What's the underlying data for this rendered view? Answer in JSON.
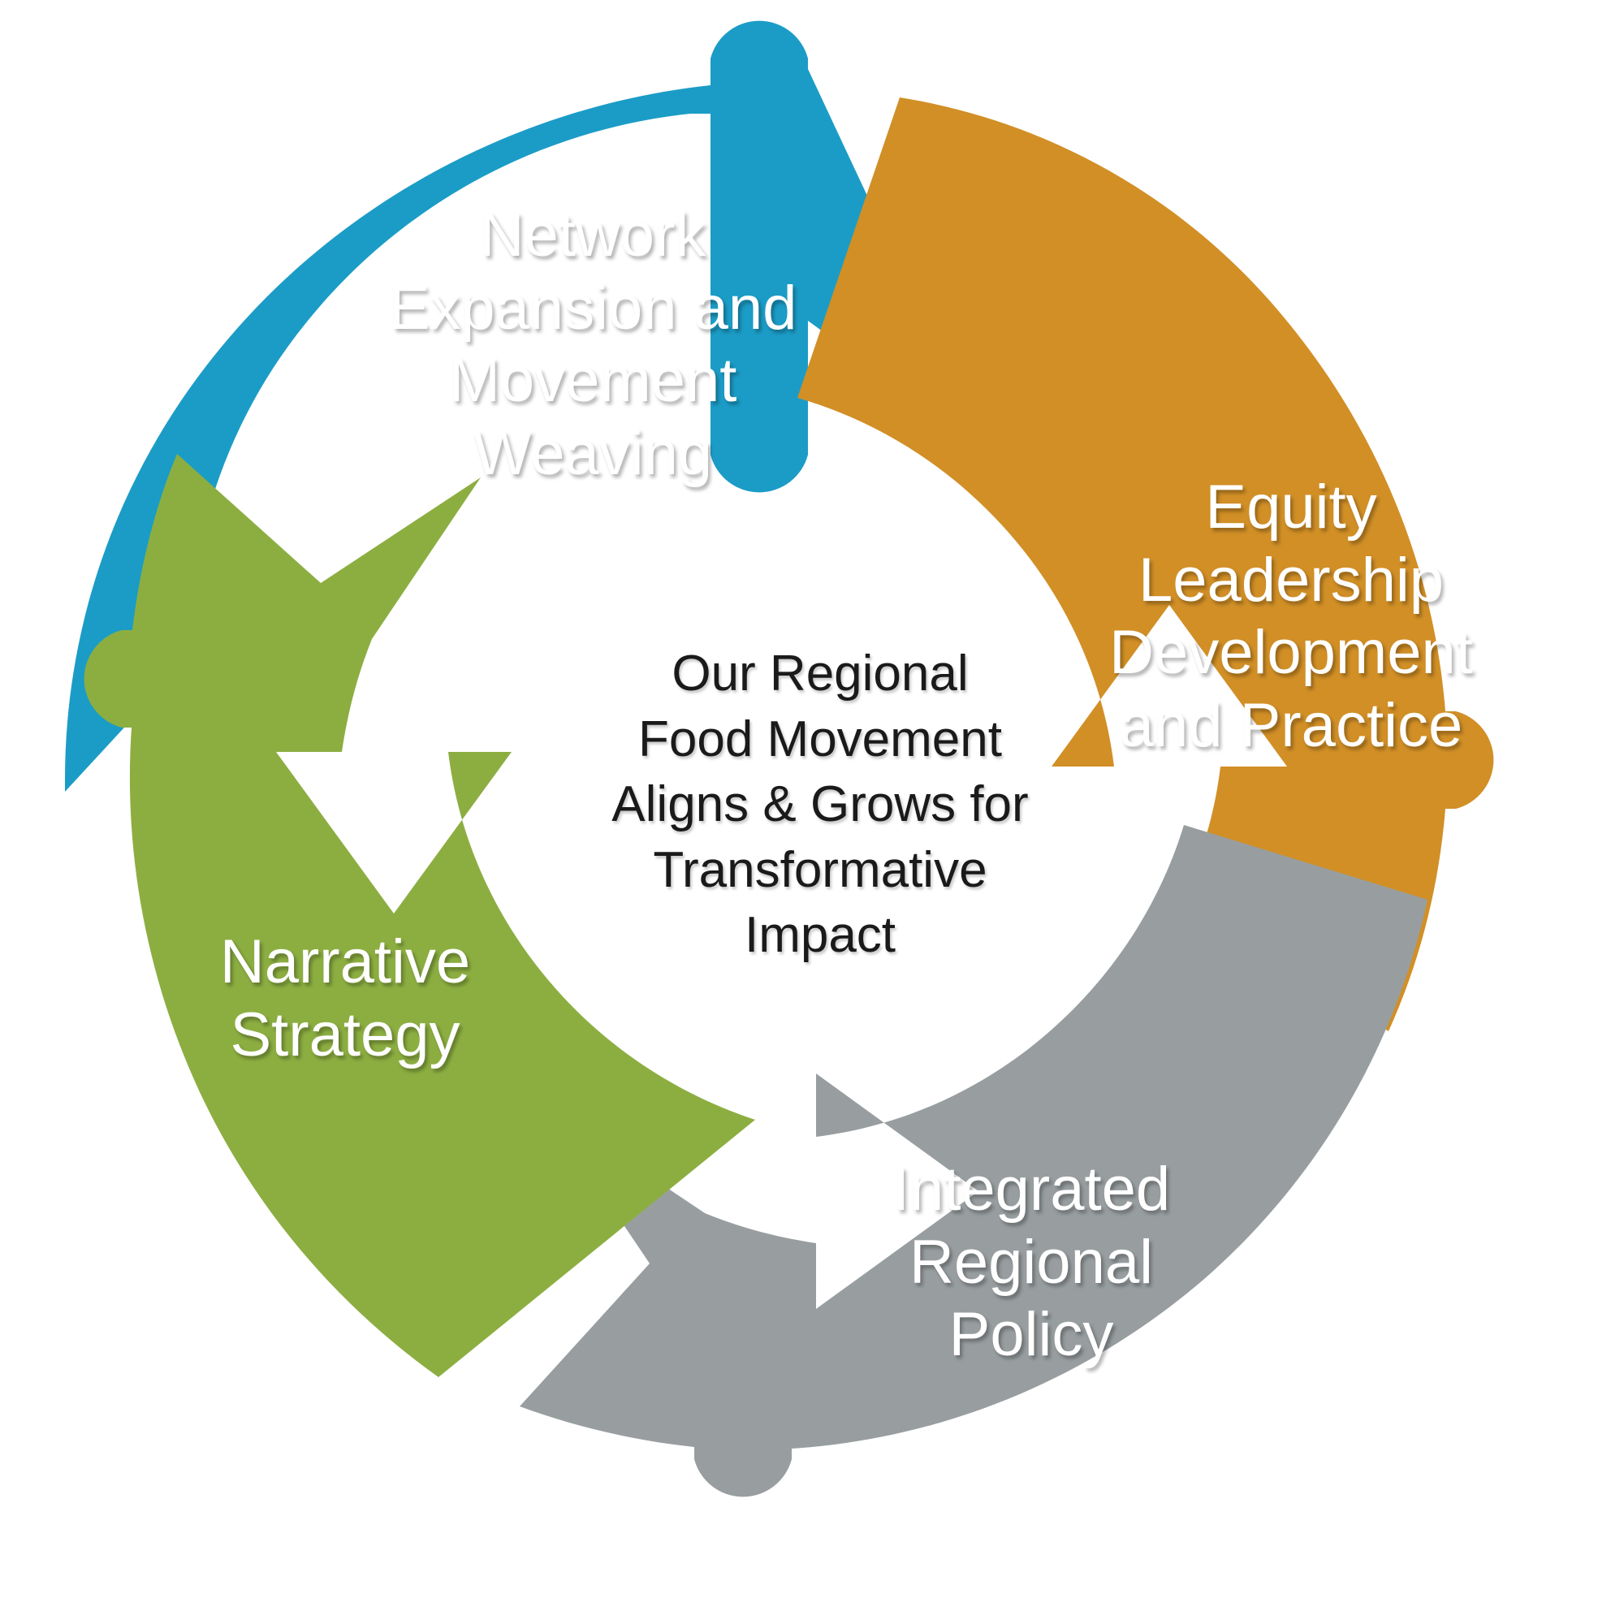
{
  "diagram": {
    "type": "cyclical-arrow-diagram",
    "center": {
      "text": "Our Regional\nFood Movement\nAligns & Grows for\nTransformative\nImpact",
      "text_color": "#1a1a1a",
      "background": "#ffffff"
    },
    "segments": [
      {
        "id": "network-expansion",
        "label": "Network\nExpansion and\nMovement\nWeaving",
        "color": "#1B9CC6",
        "position": "top-left",
        "order": 1
      },
      {
        "id": "equity-leadership",
        "label": "Equity\nLeadership\nDevelopment\nand Practice",
        "color": "#D18F26",
        "position": "top-right",
        "order": 2
      },
      {
        "id": "integrated-regional-policy",
        "label": "Integrated\nRegional\nPolicy",
        "color": "#989EA0",
        "position": "bottom-right",
        "order": 3
      },
      {
        "id": "narrative-strategy",
        "label": "Narrative\nStrategy",
        "color": "#8CAE41",
        "position": "bottom-left",
        "order": 4
      }
    ],
    "background_color": "#ffffff",
    "label_text_color": "#ffffff"
  }
}
